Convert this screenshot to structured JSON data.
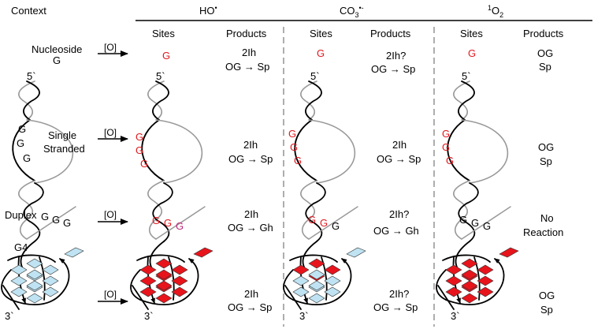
{
  "header": {
    "context": "Context",
    "ho": {
      "base": "HO",
      "sup": "•"
    },
    "co3": {
      "base": "CO",
      "sub": "3",
      "sup": "•-"
    },
    "o2": {
      "pre": "1",
      "base": "O",
      "sub": "2"
    }
  },
  "columns": {
    "sites": "Sites",
    "products": "Products"
  },
  "oxidant_label": "[O]",
  "context": {
    "nucleoside": "Nucleoside",
    "nucleoside_base": "G",
    "single_stranded": [
      "Single",
      "Stranded"
    ],
    "duplex": "Duplex",
    "g4": "G4",
    "g": "G"
  },
  "strand_ends": {
    "five": "5`",
    "three": "3`"
  },
  "ho": {
    "nucleoside": [
      "2Ih",
      "OG → Sp"
    ],
    "ss": [
      "2Ih",
      "OG → Sp"
    ],
    "duplex": [
      "2Ih",
      "OG → Gh"
    ],
    "g4": [
      "2Ih",
      "OG → Sp"
    ]
  },
  "co3": {
    "nucleoside": [
      "2Ih?",
      "OG → Sp"
    ],
    "ss": [
      "2Ih",
      "OG → Sp"
    ],
    "duplex": [
      "2Ih?",
      "OG → Gh"
    ],
    "g4": [
      "2Ih?",
      "OG → Sp"
    ]
  },
  "o2": {
    "nucleoside": [
      "OG",
      "Sp"
    ],
    "ss": [
      "OG",
      "Sp"
    ],
    "duplex": [
      "No",
      "Reaction"
    ],
    "g4": [
      "OG",
      "Sp"
    ]
  },
  "colors": {
    "site_red": "#e0191f",
    "site_magenta": "#c0267a",
    "quartet_red": "#e8141c",
    "quartet_blue": "#bfe3f2",
    "strand_gray": "#999999"
  }
}
